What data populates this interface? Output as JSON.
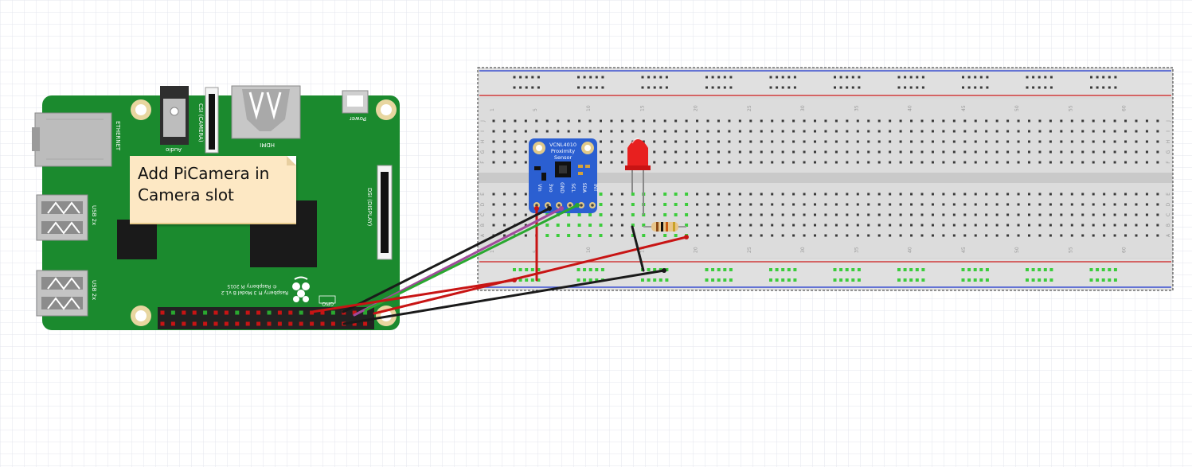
{
  "note": {
    "lines": [
      "Add PiCamera in",
      "Camera slot"
    ]
  },
  "raspberry_pi": {
    "labels": {
      "ethernet": "ETHERNET",
      "usb_top": "USB 2x",
      "usb_bottom": "USB 2x",
      "audio": "Audio",
      "csi": "CSI (CAMERA)",
      "hdmi": "HDMI",
      "power": "Power",
      "dsi": "DSI (DISPLAY)",
      "gpio": "GPIO",
      "model_line1": "Raspberry Pi 3 Model B v1.2",
      "model_line2": "© Raspberry Pi 2015"
    },
    "board_color": "#1b8a2e"
  },
  "sensor": {
    "title_line1": "VCNL4010",
    "title_line2": "Proximity",
    "title_line3": "Sensor",
    "pins": [
      "Vin",
      "3vo",
      "GND",
      "SCL",
      "SDA",
      "INT"
    ],
    "board_color": "#2b5fd1"
  },
  "breadboard": {
    "column_numbers": [
      "1",
      "5",
      "10",
      "15",
      "20",
      "25",
      "30",
      "35",
      "40",
      "45",
      "50",
      "55",
      "60"
    ],
    "row_letters_top": [
      "J",
      "I",
      "H",
      "G",
      "F"
    ],
    "row_letters_bottom": [
      "E",
      "D",
      "C",
      "B",
      "A"
    ]
  },
  "colors": {
    "wire_red": "#c81414",
    "wire_black": "#1a1a1a",
    "wire_green": "#2aa830",
    "wire_purple": "#a04a9c",
    "rail_blue": "#3a4fd0",
    "rail_red": "#d03a3a",
    "led": "#e8201f"
  }
}
